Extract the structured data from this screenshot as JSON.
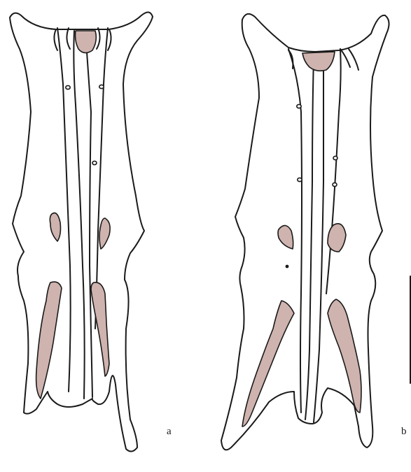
{
  "panels": [
    {
      "id": "a",
      "label": "a"
    },
    {
      "id": "b",
      "label": "b"
    }
  ],
  "colors": {
    "outline": "#1a1a1a",
    "shaded_region": "#cfb3ae",
    "background": "#ffffff"
  }
}
